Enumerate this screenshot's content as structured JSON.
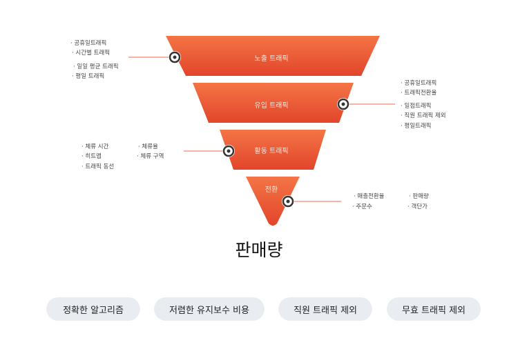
{
  "stages": [
    {
      "label": "노출 트래픽",
      "notes": [
        "· 공휴일트래픽",
        "· 시간별 트래픽",
        "· 일일 평균 트래픽",
        "· 평일 트래픽"
      ]
    },
    {
      "label": "유입 트래픽",
      "notes": [
        "· 공휴일트래픽",
        "· 트래픽전환율",
        "· 일점트래픽",
        "· 직원 트래픽 제외",
        "· 평일트래픽"
      ]
    },
    {
      "label": "활동 트래픽",
      "notes": [
        "· 체류 시간",
        "· 히트맵",
        "· 트래픽 동선",
        "· 체류율",
        "· 체류 구역"
      ]
    },
    {
      "label": "전환",
      "notes": [
        "· 매출전환율",
        "· 주문수",
        "· 판매량",
        "· 객단가"
      ]
    }
  ],
  "title": "판매량",
  "pills": [
    "정확한 알고리즘",
    "저렴한 유지보수 비용",
    "직원 트래픽 제외",
    "무효 트래픽 제외"
  ],
  "colors": {
    "funnel_top": "#f47545",
    "funnel_bottom": "#e2452b",
    "connector": "#ef6a4a",
    "pill_bg": "#e9edf2"
  }
}
